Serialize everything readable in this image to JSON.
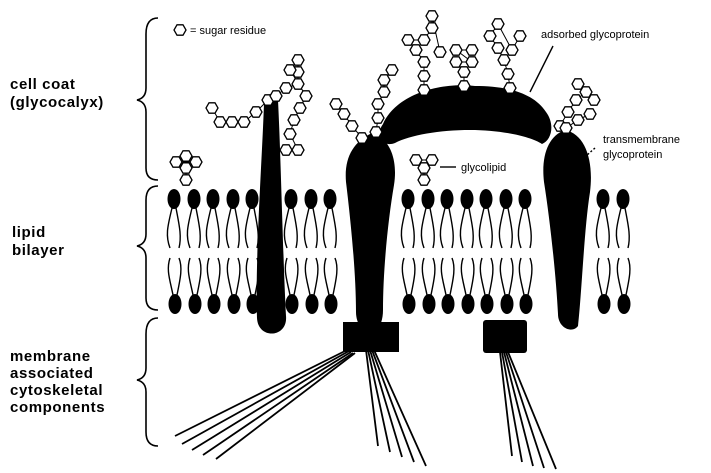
{
  "legend": {
    "text": "= sugar residue",
    "icon": "hexagon-icon"
  },
  "regions": {
    "cell_coat": [
      "cell coat",
      "(glycocalyx)"
    ],
    "lipid_bilayer": [
      "lipid",
      "bilayer"
    ],
    "cytoskeletal": [
      "membrane",
      "associated",
      "cytoskeletal",
      "components"
    ]
  },
  "callouts": {
    "adsorbed_glycoprotein": "adsorbed glycoprotein",
    "transmembrane_glycoprotein": [
      "transmembrane",
      "glycoprotein"
    ],
    "glycolipid": "glycolipid"
  },
  "colors": {
    "ink": "#000000",
    "background": "#ffffff"
  }
}
